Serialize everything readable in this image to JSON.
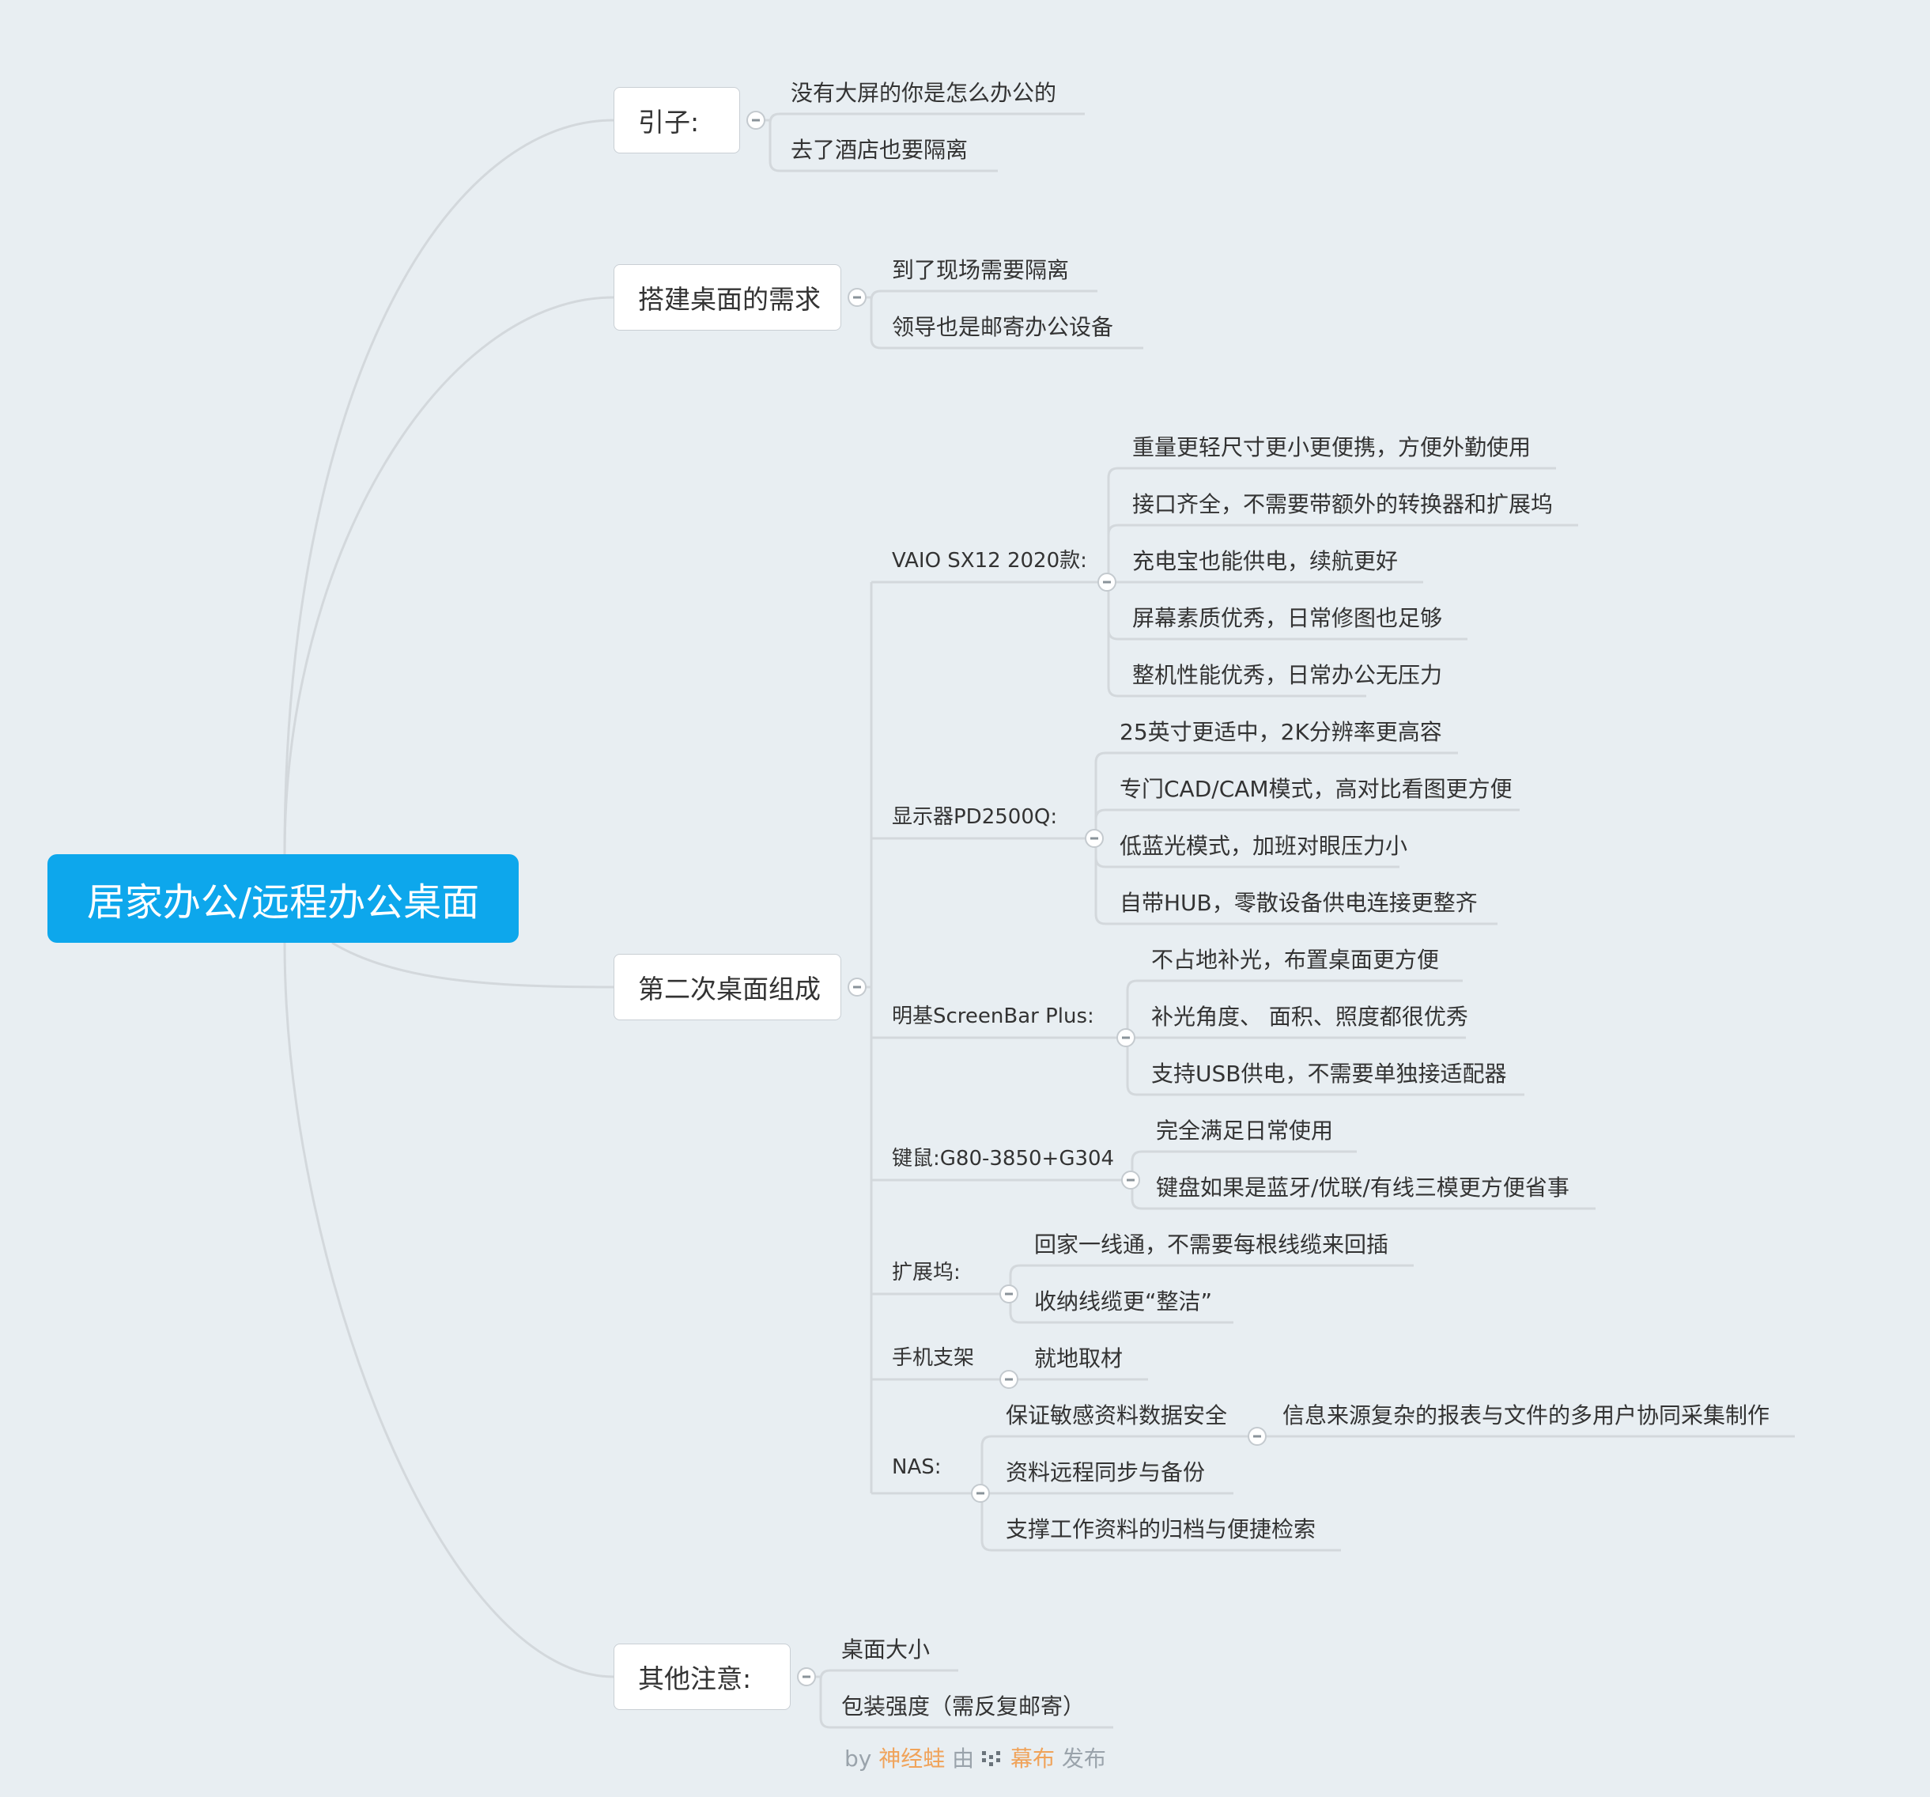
{
  "root": {
    "title": "居家办公/远程办公桌面"
  },
  "topics": [
    {
      "title": "引子:",
      "children": [
        "没有大屏的你是怎么办公的",
        "去了酒店也要隔离"
      ]
    },
    {
      "title": "搭建桌面的需求",
      "children": [
        "到了现场需要隔离",
        "领导也是邮寄办公设备"
      ]
    },
    {
      "title": "第二次桌面组成",
      "groups": [
        {
          "title": "VAIO SX12 2020款:",
          "children": [
            "重量更轻尺寸更小更便携，方便外勤使用",
            "接口齐全，不需要带额外的转换器和扩展坞",
            "充电宝也能供电，续航更好",
            "屏幕素质优秀，日常修图也足够",
            "整机性能优秀，日常办公无压力"
          ]
        },
        {
          "title": "显示器PD2500Q:",
          "children": [
            "25英寸更适中，2K分辨率更高容",
            "专门CAD/CAM模式，高对比看图更方便",
            "低蓝光模式，加班对眼压力小",
            "自带HUB，零散设备供电连接更整齐"
          ]
        },
        {
          "title": "明基ScreenBar Plus:",
          "children": [
            "不占地补光，布置桌面更方便",
            "补光角度、 面积、照度都很优秀",
            "支持USB供电，不需要单独接适配器"
          ]
        },
        {
          "title": "键鼠:G80-3850+G304",
          "children": [
            "完全满足日常使用",
            "键盘如果是蓝牙/优联/有线三模更方便省事"
          ]
        },
        {
          "title": "扩展坞:",
          "children": [
            "回家一线通，不需要每根线缆来回插",
            "收纳线缆更“整洁”"
          ]
        },
        {
          "title": "手机支架",
          "children": [
            "就地取材"
          ]
        },
        {
          "title": "NAS:",
          "children": [
            "保证敏感资料数据安全",
            "资料远程同步与备份",
            "支撑工作资料的归档与便捷检索"
          ],
          "extra": "信息来源复杂的报表与文件的多用户协同采集制作"
        }
      ]
    },
    {
      "title": "其他注意:",
      "children": [
        "桌面大小",
        "包装强度（需反复邮寄）"
      ]
    }
  ],
  "footer": {
    "by": "by",
    "author": "神经蛙",
    "mid": "由",
    "brand": "幕布",
    "end": "发布"
  },
  "colors": {
    "root_bg": "#0da7ec",
    "background": "#e8eef2",
    "line": "#d3d8dc",
    "footer_highlight": "#f0a35a"
  }
}
